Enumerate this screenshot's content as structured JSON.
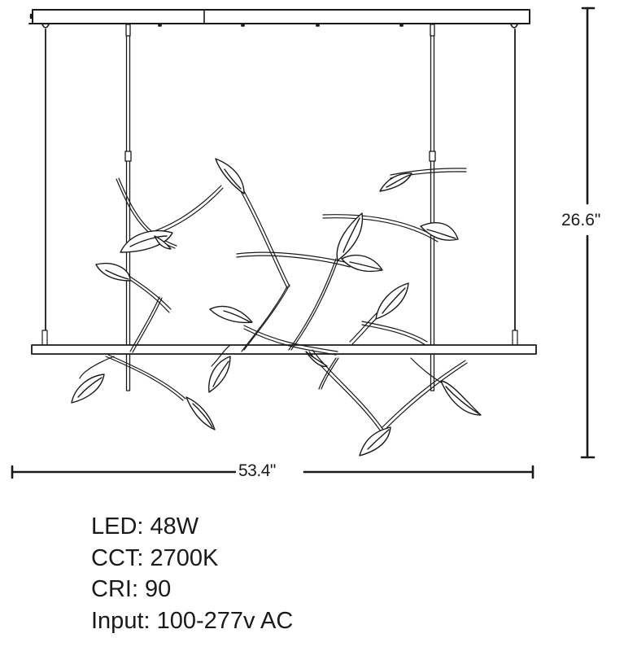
{
  "diagram": {
    "subject": "Linear LED pendant chandelier with branch-and-leaf arms, elevation view",
    "dimensions": {
      "height_label": "26.6\"",
      "width_label": "53.4\""
    }
  },
  "specs": [
    {
      "label": "LED",
      "value": "48W",
      "text": "LED: 48W"
    },
    {
      "label": "CCT",
      "value": "2700K",
      "text": "CCT: 2700K"
    },
    {
      "label": "CRI",
      "value": "90",
      "text": "CRI: 90"
    },
    {
      "label": "Input",
      "value": "100-277v AC",
      "text": "Input: 100-277v AC"
    }
  ],
  "colors": {
    "line": "#1a1a1a",
    "background": "#ffffff"
  }
}
